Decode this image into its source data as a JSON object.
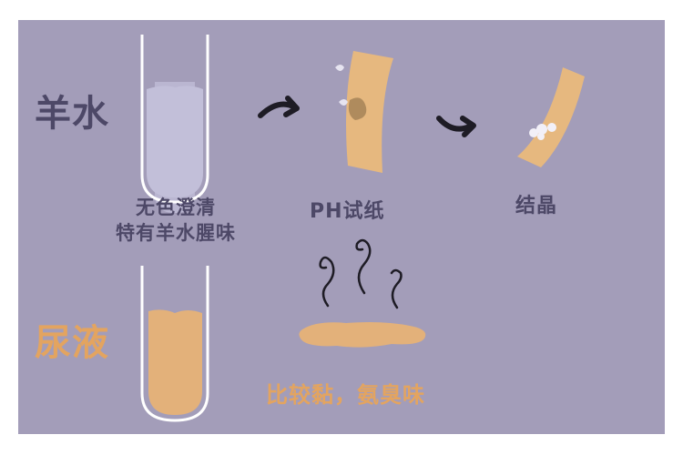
{
  "colors": {
    "background": "#a39db9",
    "dark_text": "#4d4867",
    "orange_text": "#e3a460",
    "tube_outline": "#ffffff",
    "amniotic_fluid": "#c1bdd6",
    "urine": "#e3b17a",
    "ph_paper": "#e6b87f",
    "stain": "#a9865a",
    "crystal": "#f2f0f8"
  },
  "amniotic": {
    "title": "羊水",
    "description_line1": "无色澄清",
    "description_line2": "特有羊水腥味"
  },
  "ph_paper": {
    "label": "PH试纸"
  },
  "crystal": {
    "label": "结晶"
  },
  "urine": {
    "title": "尿液",
    "description": "比较黏，氨臭味"
  },
  "icons": [
    "test-tube-amniotic",
    "arrow-curved-right",
    "ph-paper-strip",
    "crystal-strip",
    "test-tube-urine",
    "smell-wavy-lines",
    "urine-puddle"
  ]
}
